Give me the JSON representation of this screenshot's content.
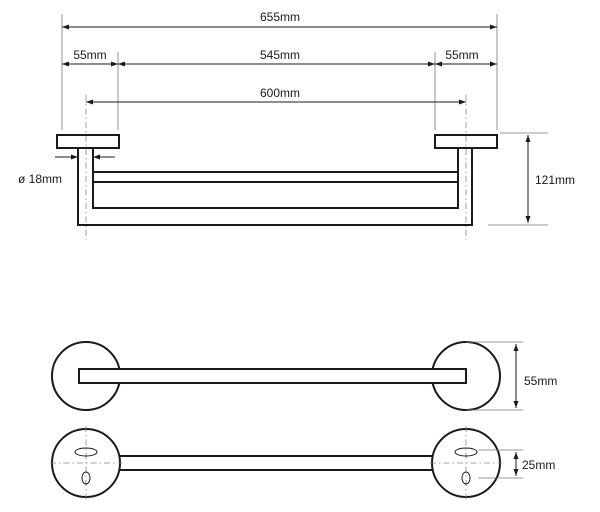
{
  "dimensions": {
    "overall_width": "655mm",
    "left_mount": "55mm",
    "middle_span": "545mm",
    "right_mount": "55mm",
    "center_distance": "600mm",
    "tube_diameter": "ø 18mm",
    "depth": "121mm",
    "rosette_diameter": "55mm",
    "mount_spacing": "25mm"
  },
  "colors": {
    "line": "#1a1a1a",
    "extension": "#777777"
  }
}
